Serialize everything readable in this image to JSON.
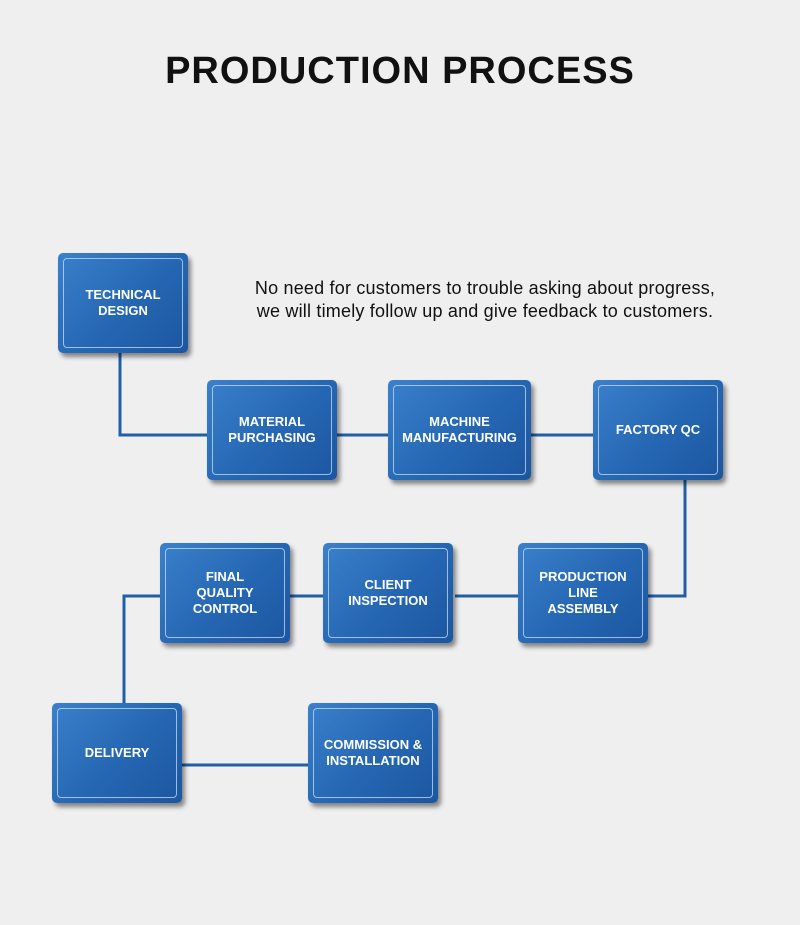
{
  "title": "PRODUCTION PROCESS",
  "note": {
    "line1": "No need for customers to trouble asking about progress,",
    "line2": "we will timely follow up and give feedback to customers."
  },
  "steps": {
    "technical_design": "TECHNICAL\nDESIGN",
    "material_purchasing": "MATERIAL\nPURCHASING",
    "machine_manufacturing": "MACHINE\nMANUFACTURING",
    "factory_qc": "FACTORY QC",
    "production_line_assembly": "PRODUCTION\nLINE\nASSEMBLY",
    "client_inspection": "CLIENT\nINSPECTION",
    "final_quality_control": "FINAL\nQUALITY\nCONTROL",
    "delivery": "DELIVERY",
    "commission_installation": "COMMISSION &\nINSTALLATION"
  },
  "colors": {
    "box": "#2566b2",
    "connector": "#1f5fa8",
    "background": "#efefef"
  }
}
